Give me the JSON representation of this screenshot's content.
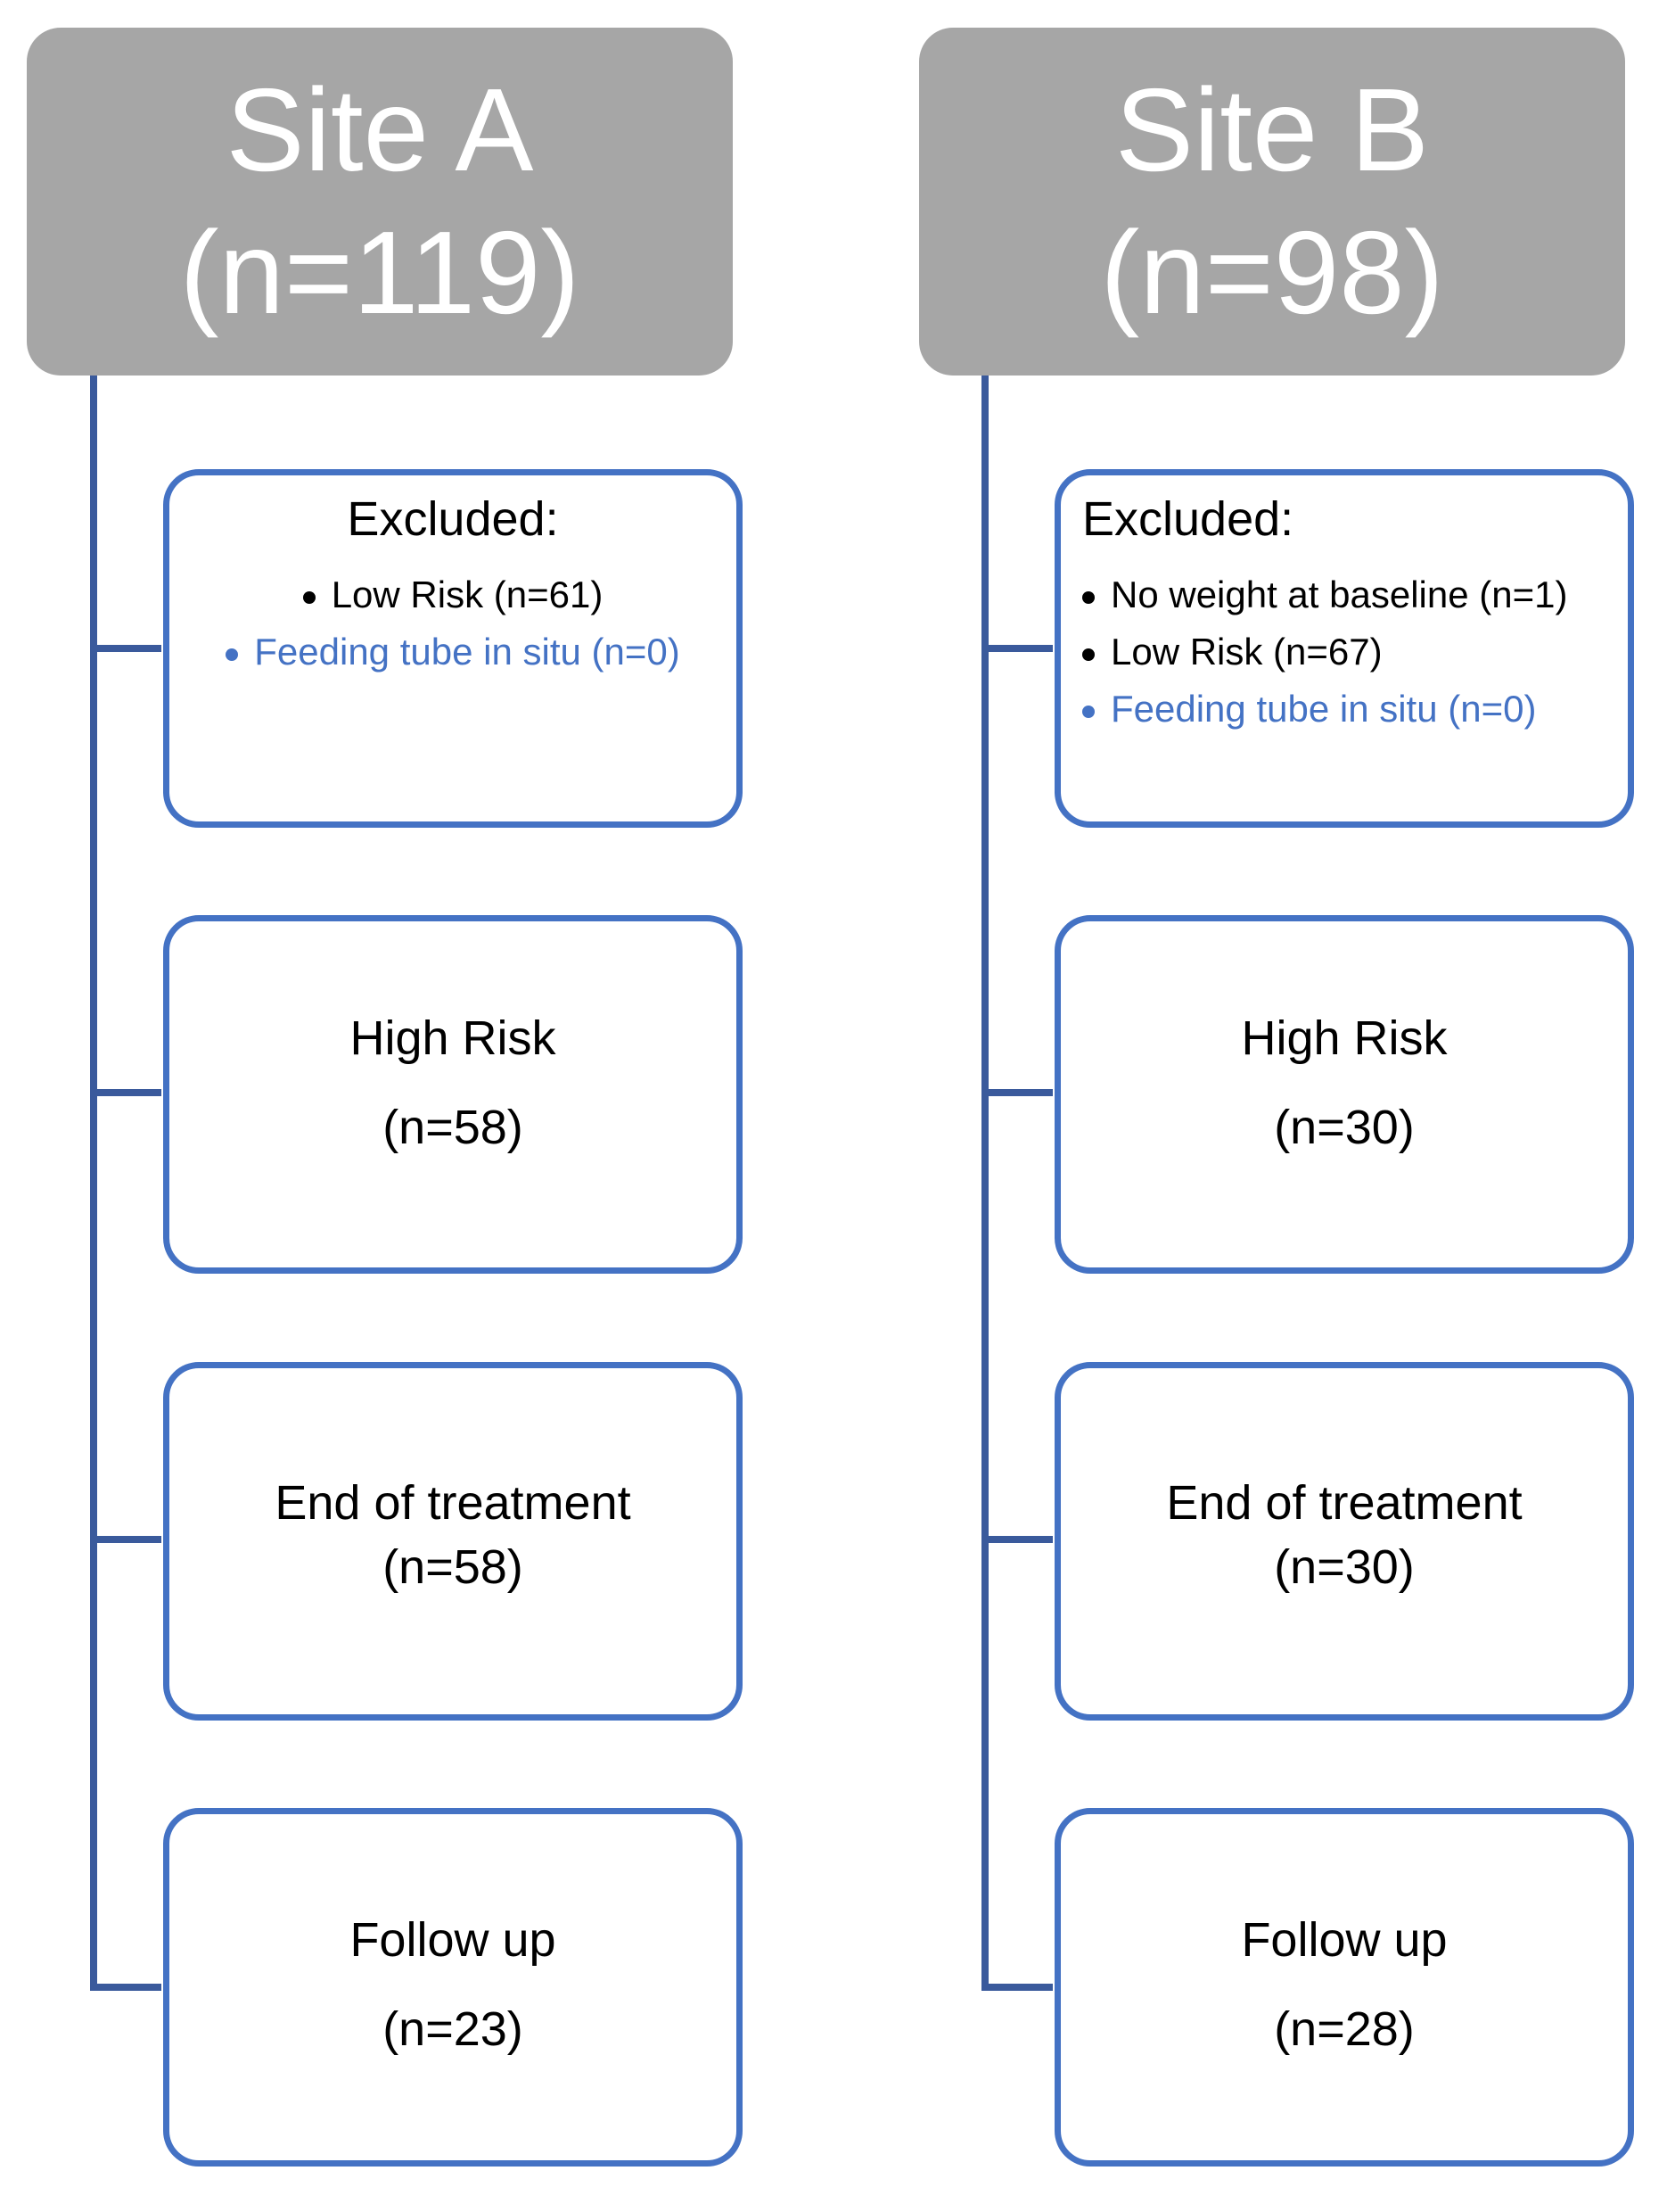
{
  "colors": {
    "header_fill": "#a6a6a6",
    "box_border": "#4472c4",
    "connector": "#3a5a9c",
    "highlight_text": "#4472c4"
  },
  "sites": [
    {
      "title": "Site A",
      "n": "(n=119)",
      "excluded": {
        "title": "Excluded:",
        "items": [
          {
            "text": "Low Risk (n=61)"
          },
          {
            "text": "Feeding tube in situ (n=0)"
          }
        ]
      },
      "high_risk": {
        "label": "High Risk",
        "n": "(n=58)"
      },
      "end_of_treatment": {
        "label": "End of treatment",
        "n": "(n=58)"
      },
      "follow_up": {
        "label": "Follow up",
        "n": "(n=23)"
      }
    },
    {
      "title": "Site B",
      "n": "(n=98)",
      "excluded": {
        "title": "Excluded:",
        "items": [
          {
            "text": "No weight at baseline (n=1)"
          },
          {
            "text": "Low Risk (n=67)"
          },
          {
            "text": "Feeding tube in situ (n=0)"
          }
        ]
      },
      "high_risk": {
        "label": "High Risk",
        "n": "(n=30)"
      },
      "end_of_treatment": {
        "label": "End of treatment",
        "n": "(n=30)"
      },
      "follow_up": {
        "label": "Follow up",
        "n": "(n=28)"
      }
    }
  ]
}
